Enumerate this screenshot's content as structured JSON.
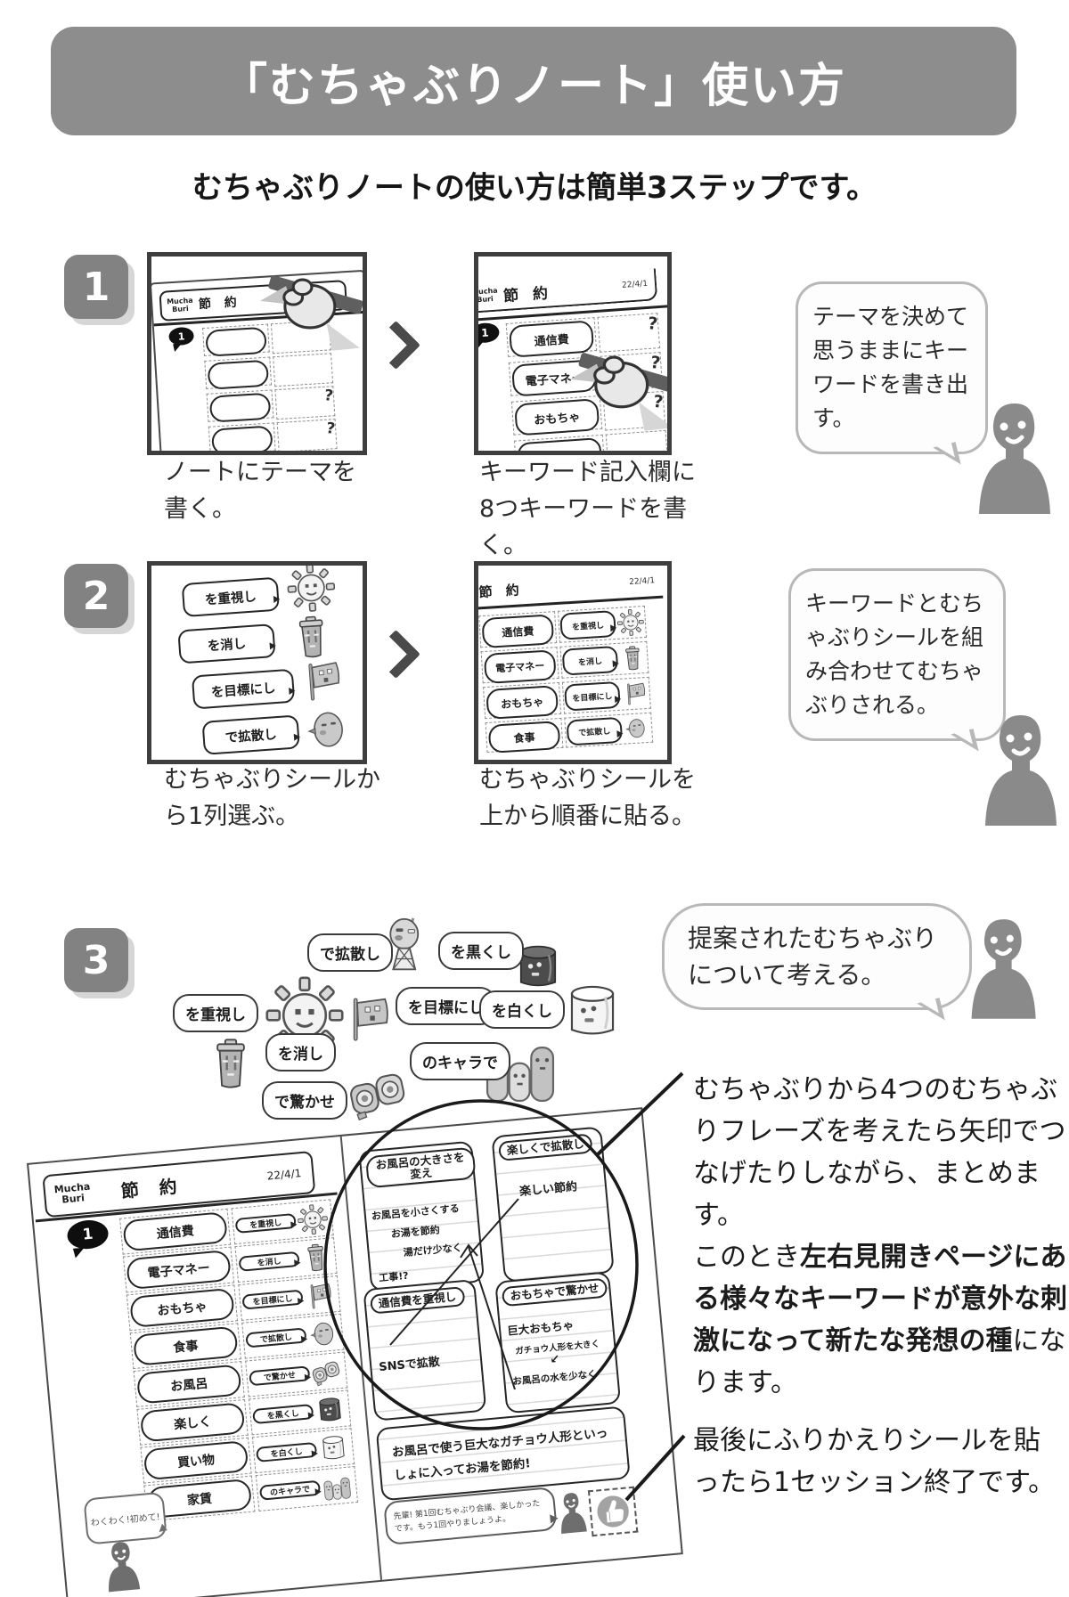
{
  "page": {
    "title": "「むちゃぶりノート」使い方",
    "subtitle": "むちゃぶりノートの使い方は簡単3ステップです。"
  },
  "marks": {
    "question": "?",
    "arrow_down_left": "↙"
  },
  "steps": {
    "one": {
      "number": "1",
      "caption_a": "ノートにテーマを書く。",
      "caption_b": "キーワード記入欄に8つキーワードを書く。",
      "bubble": "テーマを決めて思うままにキーワードを書き出す。"
    },
    "two": {
      "number": "2",
      "caption_a": "むちゃぶりシールから1列選ぶ。",
      "caption_b": "むちゃぶりシールを上から順番に貼る。",
      "bubble": "キーワードとむちゃぶりシールを組み合わせてむちゃぶりされる。"
    },
    "three": {
      "number": "3",
      "bubble": "提案されたむちゃぶりについて考える。",
      "para1_line1": "むちゃぶりから4つのむちゃぶりフレーズを考えたら矢印でつなげたりしながら、まとめます。",
      "para1_pre": "このとき",
      "para1_bold": "左右見開きページにある様々なキーワードが意外な刺激になって新たな発想の種",
      "para1_post": "になります。",
      "para2": "最後にふりかえりシールを貼ったら1セッション終了です。"
    }
  },
  "cloud": [
    {
      "label": "で拡散し",
      "icon": "tower-character"
    },
    {
      "label": "を黒くし",
      "icon": "black-can-character"
    },
    {
      "label": "を重視し",
      "icon": "sun-character"
    },
    {
      "label": "を目標にし",
      "icon": "flag-character"
    },
    {
      "label": "を白くし",
      "icon": "white-can-character"
    },
    {
      "label": "を消し",
      "icon": "trash-character"
    },
    {
      "label": "のキャラで",
      "icon": "group-character"
    },
    {
      "label": "で驚かせ",
      "icon": "binoculars-character"
    }
  ],
  "notebook": {
    "brand_top": "Mucha",
    "brand_bottom": "Buri",
    "theme": "節 約",
    "date": "22/4/1",
    "session": "1",
    "rows": [
      {
        "keyword": "通信費",
        "sticker": "を重視し"
      },
      {
        "keyword": "電子マネー",
        "sticker": "を消し"
      },
      {
        "keyword": "おもちゃ",
        "sticker": "を目標にし"
      },
      {
        "keyword": "食事",
        "sticker": "で拡散し"
      },
      {
        "keyword": "お風呂",
        "sticker": "で驚かせ"
      },
      {
        "keyword": "楽しく",
        "sticker": "を黒くし"
      },
      {
        "keyword": "買い物",
        "sticker": "を白くし"
      },
      {
        "keyword": "家賃",
        "sticker": "のキャラで"
      }
    ],
    "side_bubble": "わくわく!初めて!",
    "boxes": [
      {
        "title": "お風呂の大きさを変え",
        "notes": [
          "お風呂を小さくする",
          "お湯を節約",
          "湯だけ少なく",
          "工事!?"
        ]
      },
      {
        "title": "楽しくで拡散し",
        "notes": [
          "楽しい節約"
        ]
      },
      {
        "title": "通信費を重視し",
        "notes": [
          "SNSで拡散"
        ]
      },
      {
        "title": "おもちゃで驚かせ",
        "notes": [
          "巨大おもちゃ",
          "ガチョウ人形を大きく",
          "お風呂の水を少なく"
        ]
      }
    ],
    "summary": "お風呂で使う巨大なガチョウ人形といっしょに入ってお湯を節約!",
    "feedback": "先輩! 第1回むちゃぶり会議、楽しかったです。もう1回やりましょうよ。"
  }
}
